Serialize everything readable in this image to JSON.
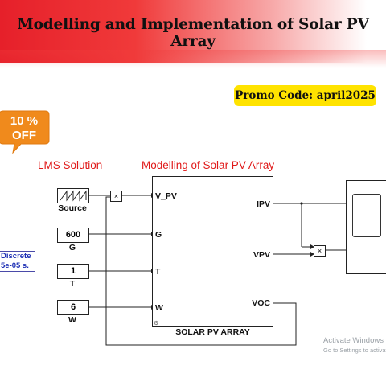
{
  "header": {
    "title": "Modelling and Implementation of Solar PV Array"
  },
  "promo": {
    "text": "Promo Code:  april2025"
  },
  "badge": {
    "line1": "10 %",
    "line2": "OFF"
  },
  "labels": {
    "lms": "LMS Solution",
    "model": "Modelling of Solar PV Array"
  },
  "powergui": {
    "line1": "Discrete",
    "line2": "5e-05 s."
  },
  "blocks": {
    "source": {
      "label": "Source"
    },
    "g": {
      "value": "600",
      "label": "G"
    },
    "t": {
      "value": "1",
      "label": "T"
    },
    "w": {
      "value": "6",
      "label": "W"
    },
    "product": {
      "symbol": "×"
    },
    "product2": {
      "symbol": "×"
    },
    "pv_array": {
      "title": "SOLAR PV ARRAY",
      "inputs": [
        "V_PV",
        "G",
        "T",
        "W"
      ],
      "outputs": [
        "IPV",
        "VPV",
        "VOC"
      ]
    }
  },
  "watermark": {
    "line1": "Activate Windows",
    "line2": "Go to Settings to activate"
  },
  "colors": {
    "banner_red": "#e6202a",
    "promo_yellow": "#ffe300",
    "badge_orange": "#f08a1c",
    "label_red": "#e01818",
    "powergui_blue": "#1d2fb4"
  }
}
